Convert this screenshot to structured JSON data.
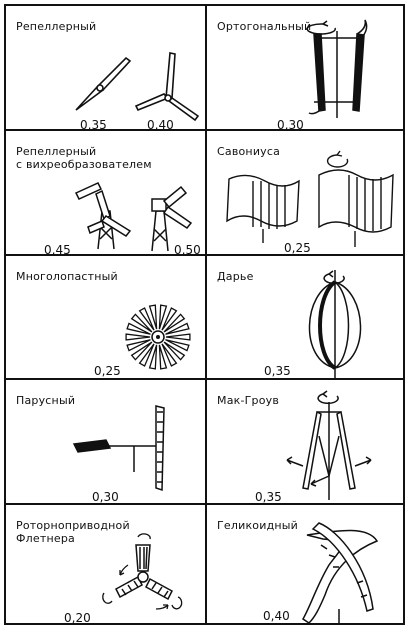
{
  "cells": [
    {
      "title": "Репеллерный",
      "values": [
        "0,35",
        "0,40"
      ]
    },
    {
      "title": "Ортогональный",
      "values": [
        "0,30"
      ]
    },
    {
      "title": "Репеллерный\nс вихреобразователем",
      "values": [
        "0,45",
        "0,50"
      ]
    },
    {
      "title": "Савониуса",
      "values": [
        "0,25"
      ]
    },
    {
      "title": "Многолопастный",
      "values": [
        "0,25"
      ]
    },
    {
      "title": "Дарье",
      "values": [
        "0,35"
      ]
    },
    {
      "title": "Парусный",
      "values": [
        "0,30"
      ]
    },
    {
      "title": "Мак-Гроув",
      "values": [
        "0,35"
      ]
    },
    {
      "title": "Роторноприводной\nФлетнера",
      "values": [
        "0,20"
      ]
    },
    {
      "title": "Геликоидный",
      "values": [
        "0,40"
      ]
    }
  ]
}
